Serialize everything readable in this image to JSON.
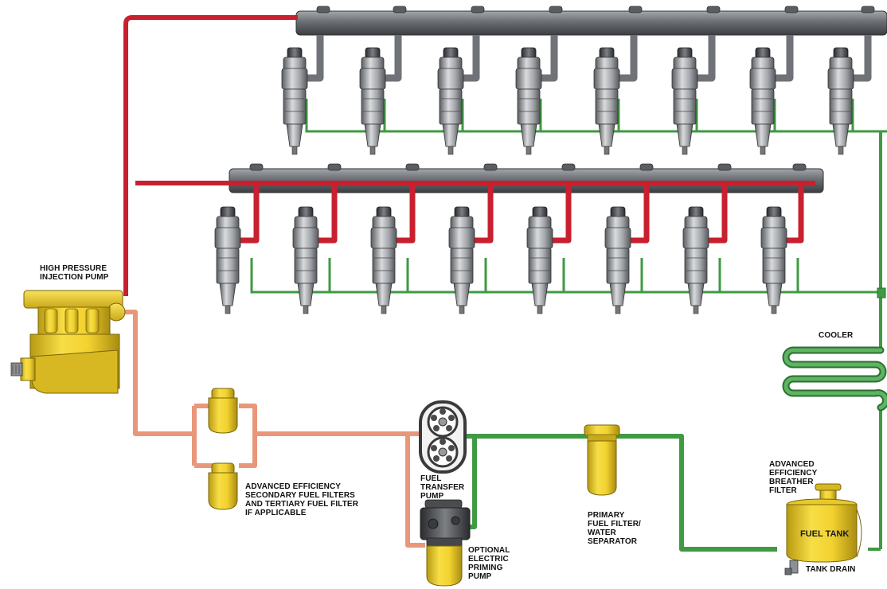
{
  "labels": {
    "hp_pump": "HIGH PRESSURE\nINJECTION PUMP",
    "cooler": "COOLER",
    "secondary_filters": "ADVANCED EFFICIENCY\nSECONDARY FUEL FILTERS\nAND TERTIARY FUEL FILTER\nIF APPLICABLE",
    "transfer_pump": "FUEL\nTRANSFER\nPUMP",
    "priming_pump": "OPTIONAL\nELECTRIC\nPRIMING\nPUMP",
    "primary_filter": "PRIMARY\nFUEL FILTER/\nWATER\nSEPARATOR",
    "breather": "ADVANCED\nEFFICIENCY\nBREATHER\nFILTER",
    "fuel_tank": "FUEL TANK",
    "tank_drain": "TANK DRAIN"
  },
  "colors": {
    "high_pressure": "#c8202e",
    "low_pressure": "#e9977a",
    "supply": "#3f9a43",
    "component_yellow": "#f2d230",
    "rail_gray": "#6f7277"
  }
}
